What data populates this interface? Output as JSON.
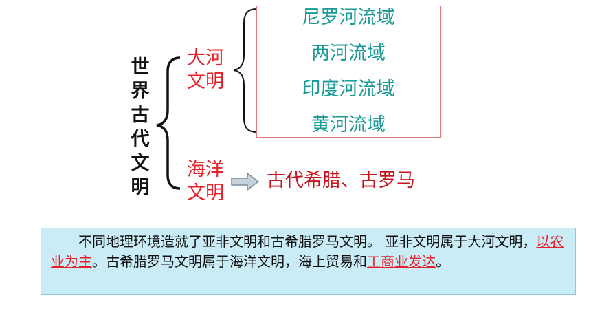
{
  "diagram": {
    "root": "世界古代文明",
    "river_civilization": {
      "label": "大河文明",
      "regions": [
        "尼罗河流域",
        "两河流域",
        "印度河流域",
        "黄河流域"
      ]
    },
    "ocean_civilization": {
      "label": "海洋文明",
      "example": "古代希腊、古罗马"
    }
  },
  "summary": {
    "text_1": "不同地理环境造就了亚非文明和古希腊罗马文明。  亚非文明属于大河文明，",
    "highlight_1": "以农业为主",
    "text_2": "。古希腊罗马文明属于海洋文明，海上贸易和",
    "highlight_2": "工商业发达",
    "text_3": "。"
  },
  "colors": {
    "label_red": "#e8202a",
    "region_teal": "#1a9a96",
    "summary_bg": "#c9ecf7"
  }
}
